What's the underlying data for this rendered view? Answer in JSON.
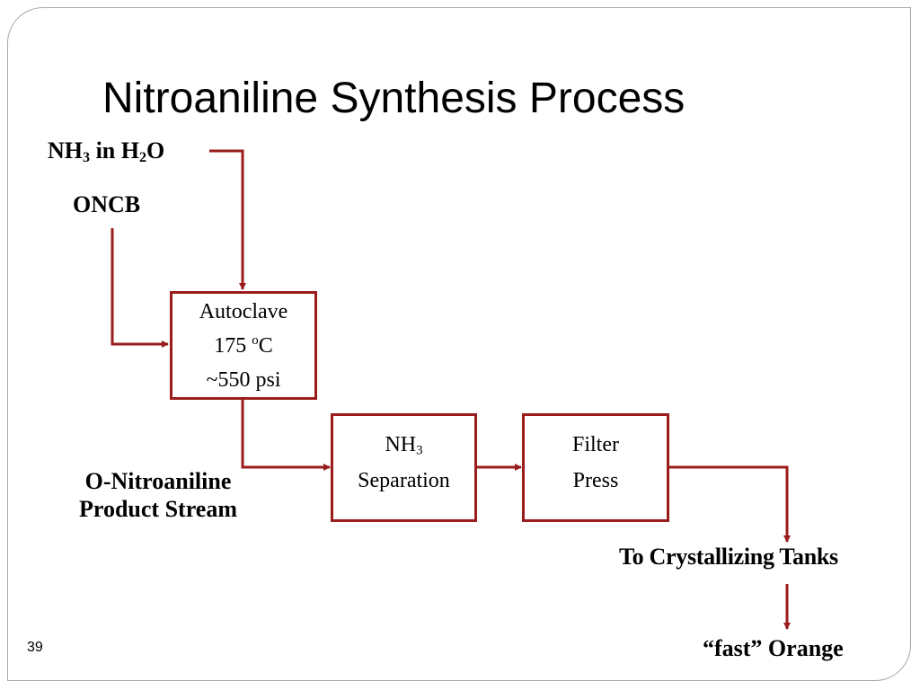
{
  "title": "Nitroaniline Synthesis Process",
  "colors": {
    "accent": "#9b1c1c",
    "frame": "#a8a8a8"
  },
  "inputs": {
    "ammonia": {
      "a": "NH",
      "a_sub": "3",
      "b": " in H",
      "b_sub": "2",
      "c": "O"
    },
    "oncb": "ONCB"
  },
  "autoclave": {
    "line1": "Autoclave",
    "temp_value": "175 ",
    "temp_sup": "o",
    "temp_unit": "C",
    "line3": "~550 psi"
  },
  "separation": {
    "nh": "NH",
    "nh_sub": "3",
    "line2": "Separation"
  },
  "filter_press": {
    "line1": "Filter",
    "line2": "Press"
  },
  "product_stream": {
    "line1": "O-Nitroaniline",
    "line2": "Product Stream"
  },
  "crystallizing": "To Crystallizing Tanks",
  "final_product": "“fast” Orange",
  "page_number": "39"
}
